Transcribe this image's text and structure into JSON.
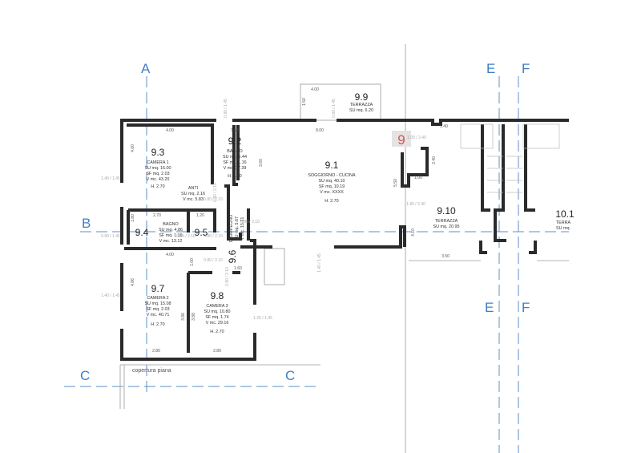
{
  "axes": {
    "A": "A",
    "B": "B",
    "C": "C",
    "E": "E",
    "F": "F"
  },
  "rooms": {
    "r93": {
      "num": "9.3",
      "name": "CAMERA 1",
      "su": "SU mq. 16.00",
      "sf": "SF mq. 2.03",
      "v": "V mc. 43.20",
      "h": "H. 2.70"
    },
    "r92": {
      "num": "9.2",
      "name": "BAGNO",
      "su": "SU mq. 6.44",
      "sf": "SF mq. 1.16",
      "v": "V mc. 17.39",
      "h": "H. 2.70"
    },
    "anti": {
      "name": "ANTI",
      "su": "SU mq. 2.16",
      "v": "V mc. 5.83"
    },
    "r94": {
      "num": "9.4",
      "name": "BAGNO",
      "su": "SU mq. 4.86",
      "sf": "SF mq. 1.16",
      "v": "V mc. 13.12"
    },
    "r95": {
      "num": "9.5"
    },
    "r96": {
      "num": "9.6",
      "name": "DISIMPEGNO",
      "su": "SU mq. 5.67",
      "v": "V mc. 15.31"
    },
    "r97": {
      "num": "9.7",
      "name": "CAMERA 2",
      "su": "SU mq. 15.08",
      "sf": "SF mq. 2.03",
      "v": "V mc. 40.71",
      "h": "H. 2.70"
    },
    "r98": {
      "num": "9.8",
      "name": "CAMERA 3",
      "su": "SU mq. 10.80",
      "sf": "SF mq. 1.74",
      "v": "V mc. 29.16",
      "h": "H. 2.70"
    },
    "r91": {
      "num": "9.1",
      "name": "SOGGIORNO - CUCINA",
      "su": "SU mq. 40.10",
      "sf": "SF mq. 10.19",
      "v": "V mc. XXXX",
      "h": "H. 2.70"
    },
    "r99": {
      "num": "9.9",
      "name": "TERRAZZA",
      "su": "SU mq. 6.20"
    },
    "r910": {
      "num": "9.10",
      "name": "TERRAZZA",
      "su": "SU mq. 20.95"
    },
    "r101": {
      "num": "10.1",
      "name": "TERRA",
      "su": "SU mq."
    }
  },
  "unit_badge": "9",
  "badge_color": "#d9534f",
  "note": "copertura piana",
  "dims": [
    "4.00",
    "4.00",
    "1.60",
    "3.60",
    "8.00",
    "1.50",
    "4.00",
    "1.40",
    "2.40",
    "1.00",
    "5.50",
    "1.00",
    "2.70",
    "1.20",
    "1.80",
    "4.00",
    "1.00",
    "1.60",
    "4.86",
    "3.86",
    "3.88",
    "2.80",
    "2.80",
    "4.10",
    "3.50"
  ],
  "openings": [
    "0.80 / 1.45",
    "1.40 / 1.45",
    "0.80 / 2.10",
    "0.80 / 2.10",
    "0.80 / 1.45",
    "0.80 / 2.10",
    "0.80 / 2.10",
    "0.80 / 2.10",
    "0.80 / 2.10",
    "1.40 / 1.45",
    "1.20 / 1.45",
    "1.00 / 2.40",
    "1.80 / 2.40",
    "0.80 / 2.10",
    "1.40 / 1.45",
    "0.80 / 1.45"
  ]
}
